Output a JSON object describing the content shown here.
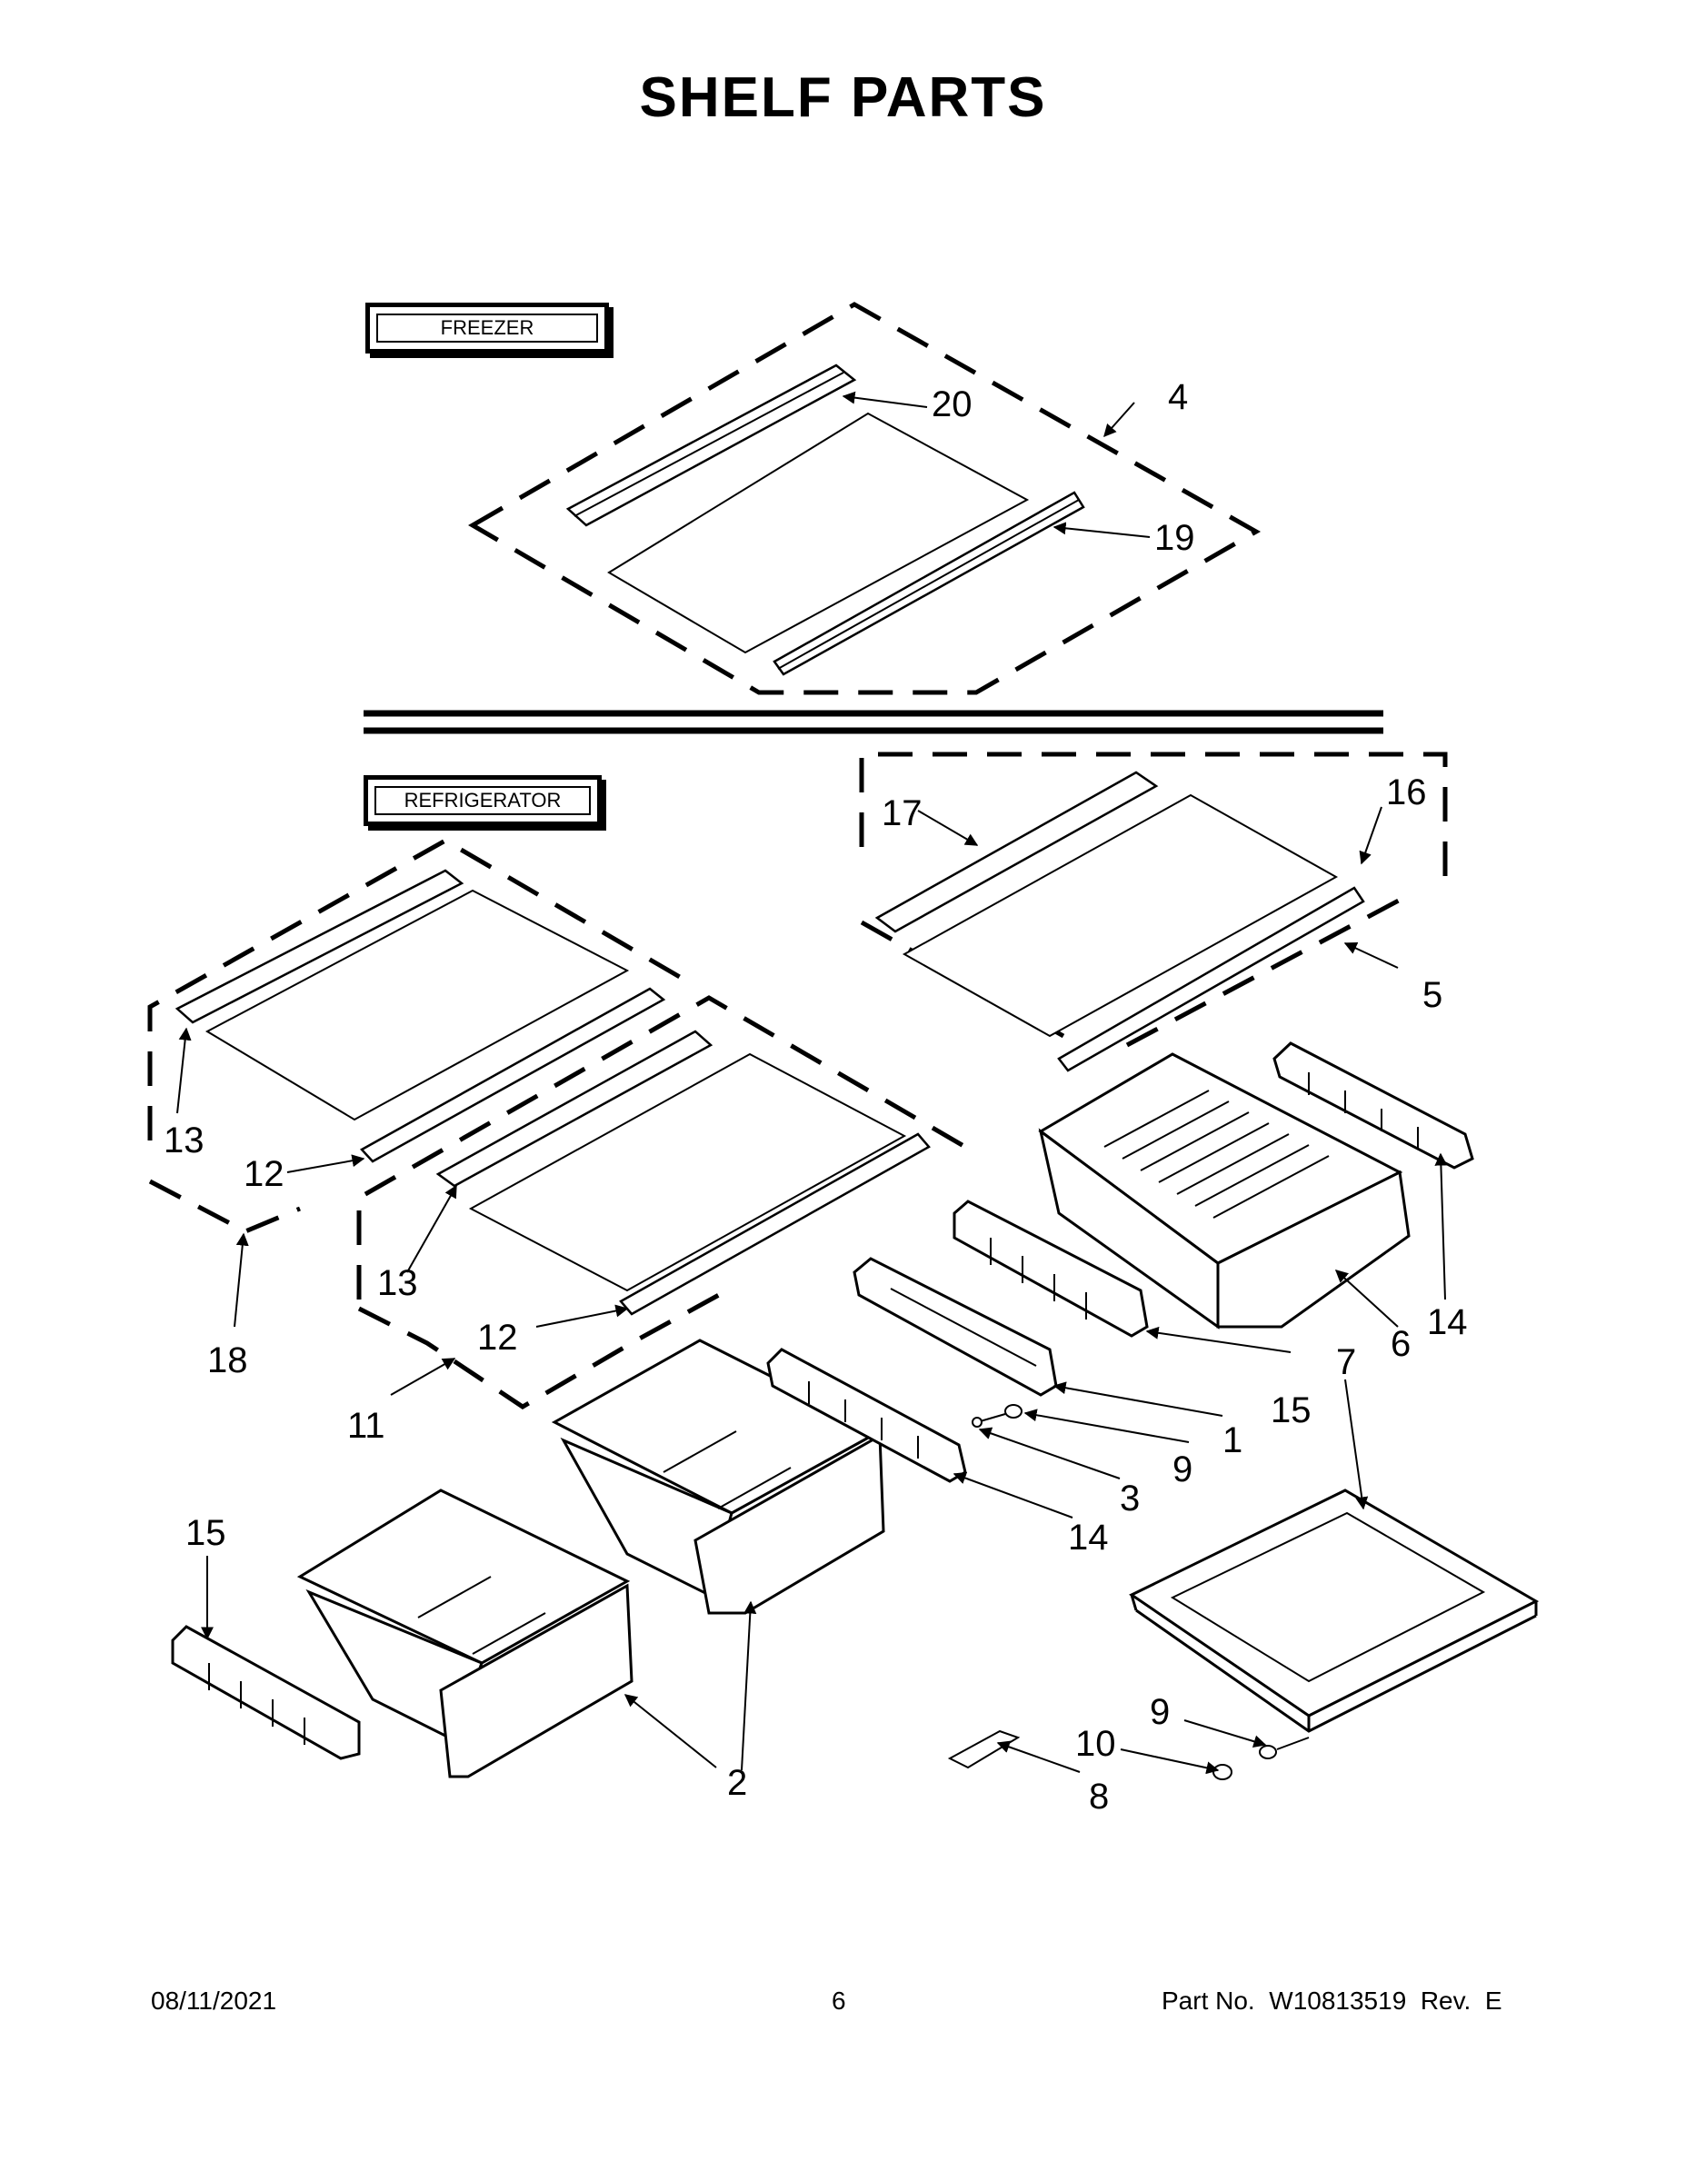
{
  "title": "SHELF PARTS",
  "sections": {
    "freezer": "FREEZER",
    "refrigerator": "REFRIGERATOR"
  },
  "callouts": {
    "c1": "1",
    "c2": "2",
    "c3": "3",
    "c4": "4",
    "c5": "5",
    "c6": "6",
    "c7": "7",
    "c8": "8",
    "c9a": "9",
    "c9b": "9",
    "c10": "10",
    "c11": "11",
    "c12a": "12",
    "c12b": "12",
    "c13a": "13",
    "c13b": "13",
    "c14a": "14",
    "c14b": "14",
    "c15a": "15",
    "c15b": "15",
    "c16": "16",
    "c17": "17",
    "c18": "18",
    "c19": "19",
    "c20": "20"
  },
  "footer": {
    "date": "08/11/2021",
    "page": "6",
    "part_no": "Part No.  W10813519  Rev.  E"
  }
}
